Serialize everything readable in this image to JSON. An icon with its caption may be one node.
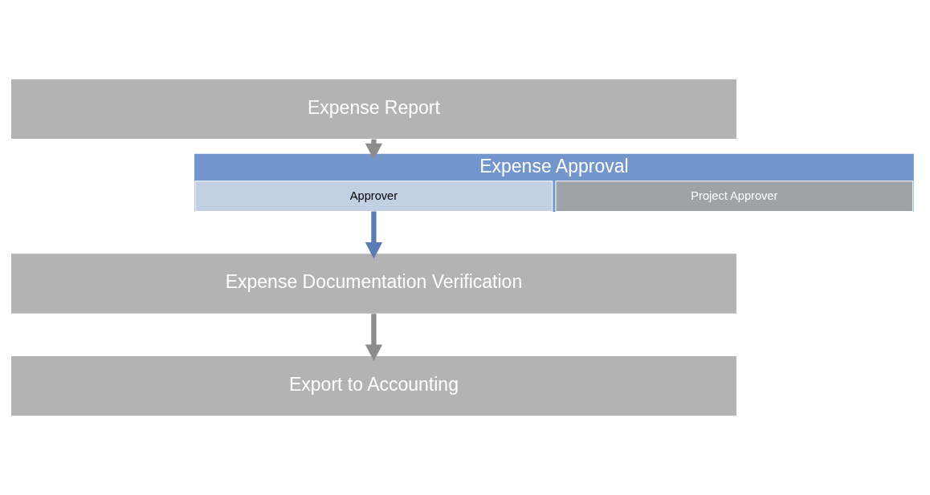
{
  "diagram": {
    "nodes": [
      {
        "text": [
          "Expense Report"
        ]
      },
      {
        "text": [
          "Expense Approval"
        ]
      },
      {
        "text": [
          "Approver"
        ],
        "in": 1
      },
      {
        "text": [
          "Project Approver"
        ],
        "in": 1
      },
      {
        "text": [
          "Expense Documentation Verification"
        ]
      },
      {
        "text": [
          "Export to Accounting"
        ]
      }
    ],
    "edges": [
      {
        "from": 0,
        "to": 1,
        "arrow": "to"
      },
      {
        "from": 1,
        "to": 4,
        "arrow": "to",
        "color": "#5b7bb5"
      },
      {
        "from": 4,
        "to": 5,
        "arrow": "to"
      }
    ]
  }
}
